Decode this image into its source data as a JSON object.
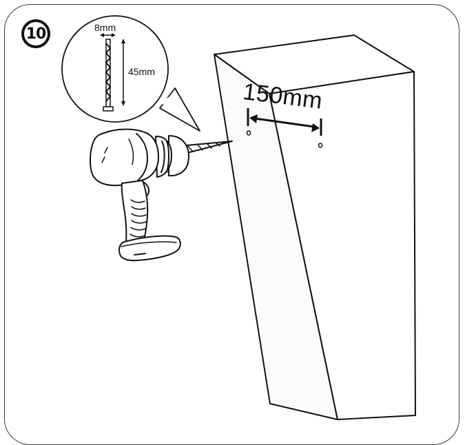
{
  "step": {
    "number": "10"
  },
  "drill_bit": {
    "width_label": "8mm",
    "depth_label": "45mm"
  },
  "wall": {
    "hole_spacing_label": "150mm"
  },
  "colors": {
    "line": "#111111",
    "background": "#ffffff",
    "panel_border": "#3a3a3a"
  },
  "icons": [
    "drill-icon",
    "drill-bit-icon",
    "wall-block",
    "hole-marker"
  ]
}
